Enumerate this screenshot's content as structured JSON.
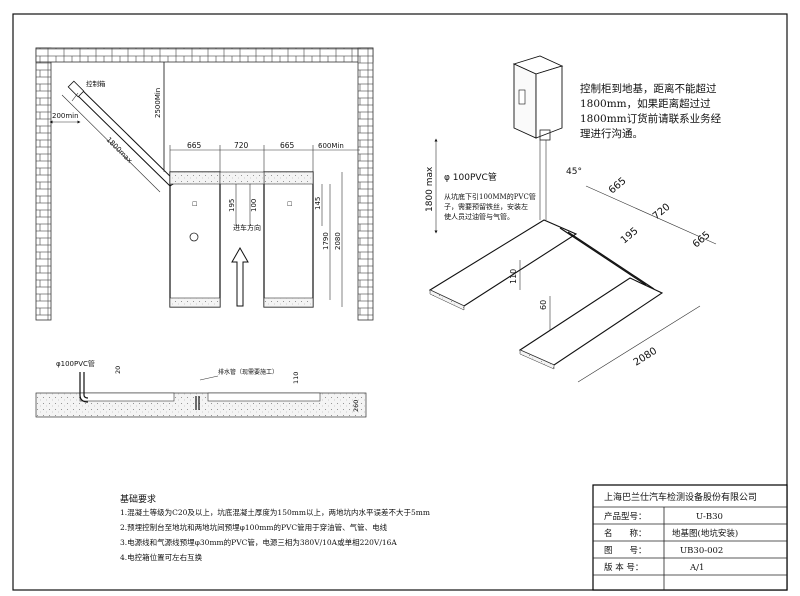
{
  "plan": {
    "control_box": "控制箱",
    "dim_200": "200min",
    "dim_1800": "1800max",
    "dim_2500": "2500Min",
    "dim_665_a": "665",
    "dim_720": "720",
    "dim_665_b": "665",
    "dim_600": "600Min",
    "dim_195": "195",
    "dim_100": "100",
    "dim_145": "145",
    "dim_1790": "1790",
    "dim_2080": "2080",
    "direction": "进车方向"
  },
  "iso": {
    "note": "控制柜到地基，距离不能超过1800mm，如果距离超过过1800mm订货前请联系业务经理进行沟通。",
    "pvc": "φ 100PVC管",
    "pvc_note": "从坑底下引100MM的PVC管子，需要预留铁丝，安装左使人员过油管与气管。",
    "dim_1800max": "1800 max",
    "dim_45": "45°",
    "dim_665_a": "665",
    "dim_720": "720",
    "dim_195": "195",
    "dim_665_b": "665",
    "dim_110": "110",
    "dim_60": "60",
    "dim_2080": "2080"
  },
  "section": {
    "pvc": "φ100PVC管",
    "dim_20": "20",
    "drain": "排水管（现需要施工）",
    "dim_110": "110",
    "dim_260": "260"
  },
  "requirements": {
    "title": "基础要求",
    "items": [
      "1.混凝土等级为C20及以上，坑底混凝土厚度为150mm以上，两地坑内水平误差不大于5mm",
      "2.预埋控制台至地坑和两地坑间预埋φ100mm的PVC管用于穿油管、气管、电线",
      "3.电源线和气源线预埋φ30mm的PVC管，电源三相为380V/10A或单相220V/16A",
      "4.电控箱位置可左右互换"
    ]
  },
  "title_block": {
    "company": "上海巴兰仕汽车检测设备股份有限公司",
    "rows": [
      {
        "label": "产品型号：",
        "value": "U-B30"
      },
      {
        "label": "名　　称：",
        "value": "地基图(地坑安装)"
      },
      {
        "label": "图　　号：",
        "value": "UB30-002"
      },
      {
        "label": "版 本 号：",
        "value": "A/1"
      }
    ]
  }
}
